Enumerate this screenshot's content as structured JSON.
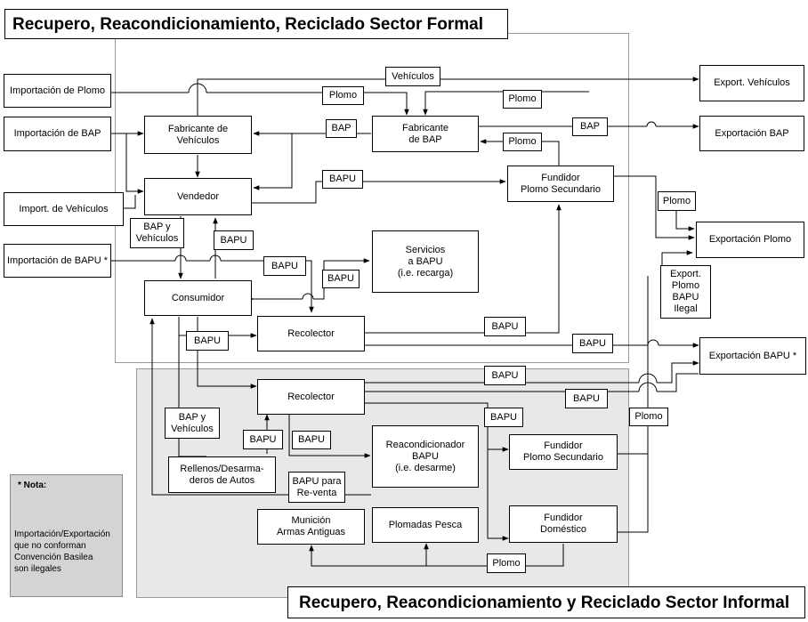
{
  "titles": {
    "formal": "Recupero, Reacondicionamiento, Reciclado Sector Formal",
    "informal": "Recupero, Reacondicionamiento y Reciclado Sector Informal"
  },
  "nodes": {
    "import_plomo": "Importación de Plomo",
    "import_bap": "Importación de BAP",
    "import_vehiculos": "Import. de Vehículos",
    "import_bapu": "Importación de BAPU *",
    "fab_vehiculos": "Fabricante de\nVehículos",
    "fab_bap": "Fabricante\nde BAP",
    "vendedor": "Vendedor",
    "fundidor_sec_formal": "Fundidor\nPlomo Secundario",
    "servicios_bapu": "Servicios\na BAPU\n(i.e. recarga)",
    "consumidor": "Consumidor",
    "recolector_formal": "Recolector",
    "export_vehiculos": "Export. Vehículos",
    "export_bap": "Exportación BAP",
    "export_plomo": "Exportación Plomo",
    "export_ilegal": "Export.\nPlomo\nBAPU\nIlegal",
    "export_bapu": "Exportación BAPU *",
    "recolector_informal": "Recolector",
    "reacondicionador": "Reacondicionador\nBAPU\n(i.e. desarme)",
    "fundidor_sec_informal": "Fundidor\nPlomo Secundario",
    "rellenos": "Rellenos/Desarma-\nderos de Autos",
    "municion": "Munición\nArmas Antiguas",
    "plomadas": "Plomadas Pesca",
    "fundidor_domestico": "Fundidor\nDoméstico"
  },
  "labels": {
    "vehiculos_top": "Vehículos",
    "plomo_1": "Plomo",
    "plomo_2": "Plomo",
    "bap_1": "BAP",
    "bap_2": "BAP",
    "plomo_3": "Plomo",
    "bapu_1": "BAPU",
    "plomo_4": "Plomo",
    "bap_y_vehiculos_1": "BAP y\nVehículos",
    "bapu_2": "BAPU",
    "bapu_3": "BAPU",
    "bapu_4": "BAPU",
    "bapu_5": "BAPU",
    "bapu_6": "BAPU",
    "bapu_7": "BAPU",
    "bapu_8": "BAPU",
    "bapu_9": "BAPU",
    "bapu_10": "BAPU",
    "plomo_5": "Plomo",
    "bap_y_vehiculos_2": "BAP y\nVehículos",
    "bapu_11": "BAPU",
    "bapu_12": "BAPU",
    "bapu_para_reventa": "BAPU para\nRe-venta",
    "plomo_6": "Plomo"
  },
  "note": {
    "title": "* Nota:",
    "body": "Importación/Exportación\nque no conforman\nConvención Basilea\n son ilegales"
  }
}
